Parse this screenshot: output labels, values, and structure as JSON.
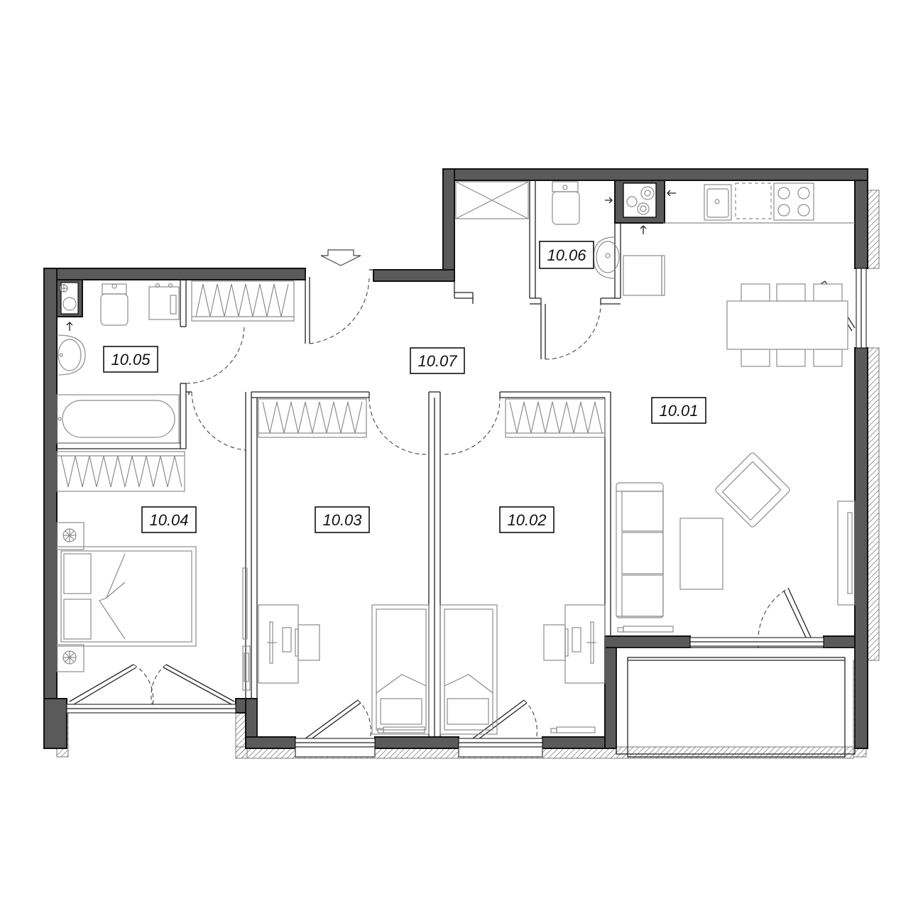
{
  "rooms": [
    {
      "id": "r01",
      "label": "10.01"
    },
    {
      "id": "r02",
      "label": "10.02"
    },
    {
      "id": "r03",
      "label": "10.03"
    },
    {
      "id": "r04",
      "label": "10.04"
    },
    {
      "id": "r05",
      "label": "10.05"
    },
    {
      "id": "r06",
      "label": "10.06"
    },
    {
      "id": "r07",
      "label": "10.07"
    }
  ],
  "colors": {
    "wall_fill": "#5a5a5a",
    "line": "#222222",
    "furniture": "#8c8c8c"
  },
  "icons": [
    "entrance-arrow-icon",
    "vent-arrow-icon",
    "toilet-icon",
    "sink-icon",
    "bathtub-icon",
    "stove-icon",
    "bed-icon",
    "desk-icon",
    "sofa-icon",
    "armchair-icon",
    "dining-table-icon",
    "wardrobe-icon",
    "radiator-icon"
  ]
}
